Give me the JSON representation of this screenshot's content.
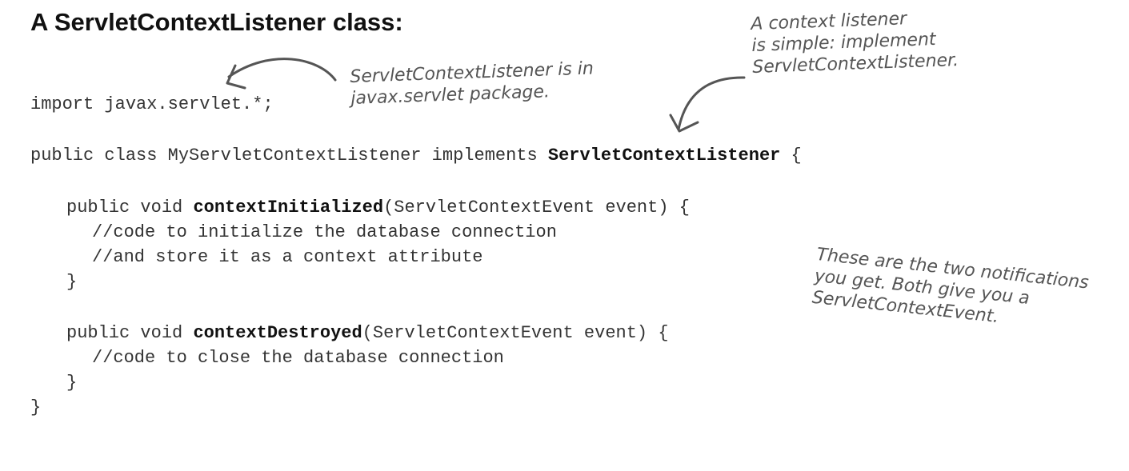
{
  "title": "A ServletContextListener class:",
  "code": {
    "import_line": "import javax.servlet.*;",
    "class_decl_prefix": "public class MyServletContextListener implements ",
    "class_decl_interface": "ServletContextListener",
    "class_decl_suffix": " {",
    "init_prefix": "public void ",
    "init_method": "contextInitialized",
    "init_suffix": "(ServletContextEvent event) {",
    "init_comment_1": "//code to initialize the database connection",
    "init_comment_2": "//and store it as a context attribute",
    "init_close": "}",
    "destroy_prefix": "public void ",
    "destroy_method": "contextDestroyed",
    "destroy_suffix": "(ServletContextEvent event) {",
    "destroy_comment": "//code to close the database connection",
    "destroy_close": "}",
    "class_close": "}"
  },
  "annotations": {
    "package_note": [
      "ServletContextListener is in",
      "javax.servlet package."
    ],
    "listener_note": [
      "A context listener",
      "is simple: implement",
      "ServletContextListener."
    ],
    "events_note": [
      "These are the two notifications",
      "you get. Both give you a",
      "ServletContextEvent."
    ]
  }
}
